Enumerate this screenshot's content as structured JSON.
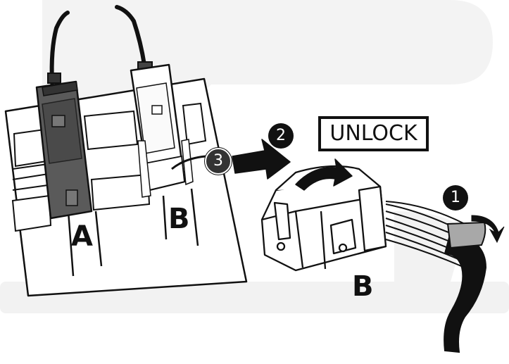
{
  "labels": {
    "clip_a": "A",
    "clip_b": "B",
    "connector_b": "B",
    "unlock": "UNLOCK"
  },
  "steps": {
    "one": "1",
    "two": "2",
    "three": "3"
  },
  "colors": {
    "ink": "#111111",
    "clip_a_fill": "#555555",
    "watermark": "#f1f1f1",
    "background": "#ffffff"
  }
}
